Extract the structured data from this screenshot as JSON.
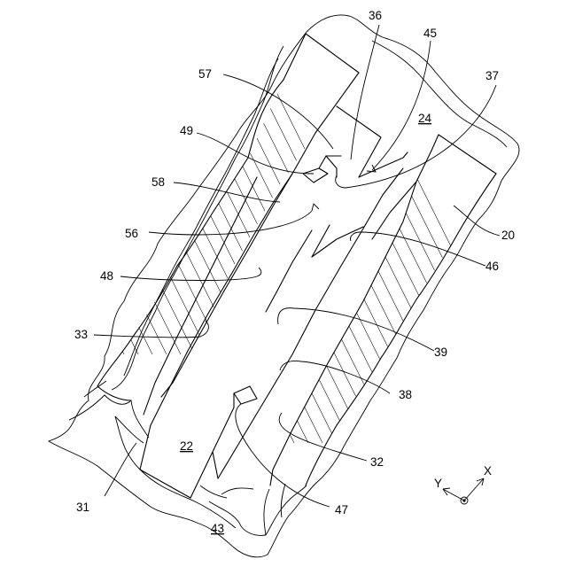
{
  "labels": {
    "l20": "20",
    "l22": "22",
    "l24": "24",
    "l31": "31",
    "l32": "32",
    "l33": "33",
    "l36": "36",
    "l37": "37",
    "l38": "38",
    "l39": "39",
    "l43": "43",
    "l45": "45",
    "l46": "46",
    "l47": "47",
    "l48": "48",
    "l49": "49",
    "l56": "56",
    "l57": "57",
    "l58": "58"
  },
  "axes": {
    "x": "X",
    "y": "Y"
  }
}
